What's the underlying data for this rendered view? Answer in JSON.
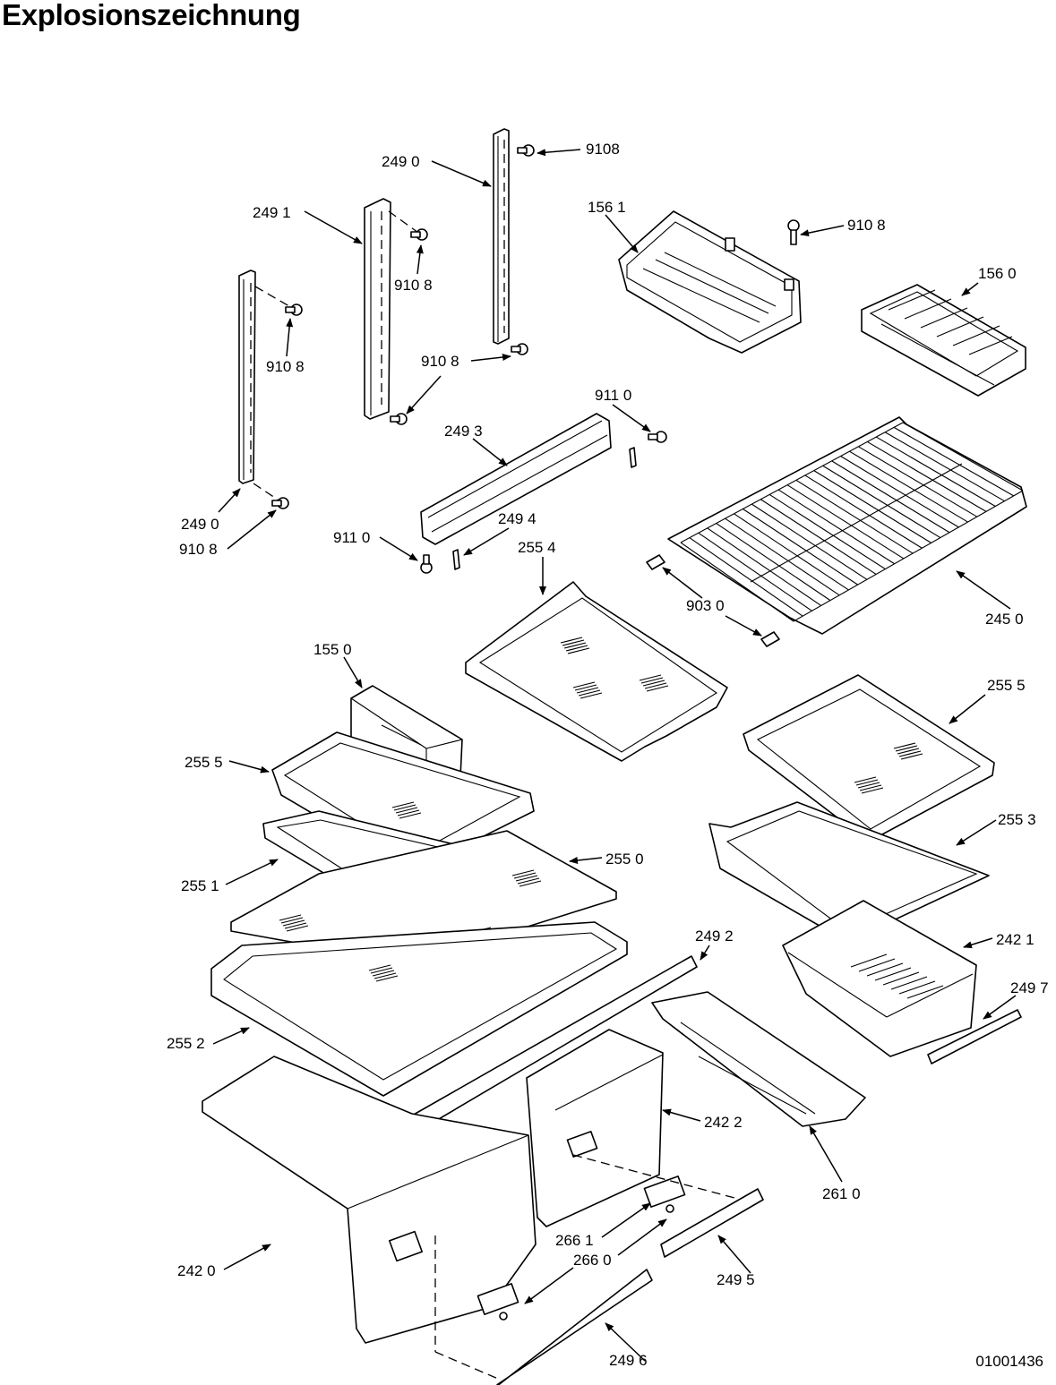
{
  "title": "Explosionszeichnung",
  "document_number": "01001436",
  "callouts": [
    {
      "id": "c-9108-top",
      "text": "9108"
    },
    {
      "id": "c-2490-top",
      "text": "249 0"
    },
    {
      "id": "c-2491",
      "text": "249 1"
    },
    {
      "id": "c-1561",
      "text": "156 1"
    },
    {
      "id": "c-9108-a",
      "text": "910 8"
    },
    {
      "id": "c-9108-b",
      "text": "910 8"
    },
    {
      "id": "c-1560",
      "text": "156 0"
    },
    {
      "id": "c-9108-c",
      "text": "910 8"
    },
    {
      "id": "c-9108-d",
      "text": "910 8"
    },
    {
      "id": "c-9110-top",
      "text": "911 0"
    },
    {
      "id": "c-2493",
      "text": "249 3"
    },
    {
      "id": "c-2490-bottom",
      "text": "249 0"
    },
    {
      "id": "c-9108-e",
      "text": "910 8"
    },
    {
      "id": "c-9110-bottom",
      "text": "911 0"
    },
    {
      "id": "c-2494",
      "text": "249 4"
    },
    {
      "id": "c-2554",
      "text": "255 4"
    },
    {
      "id": "c-9030",
      "text": "903 0"
    },
    {
      "id": "c-2450",
      "text": "245 0"
    },
    {
      "id": "c-1550",
      "text": "155 0"
    },
    {
      "id": "c-2555-right",
      "text": "255 5"
    },
    {
      "id": "c-2555-left",
      "text": "255 5"
    },
    {
      "id": "c-2553",
      "text": "255 3"
    },
    {
      "id": "c-2550",
      "text": "255 0"
    },
    {
      "id": "c-2551",
      "text": "255 1"
    },
    {
      "id": "c-2492",
      "text": "249 2"
    },
    {
      "id": "c-2421",
      "text": "242 1"
    },
    {
      "id": "c-2497",
      "text": "249 7"
    },
    {
      "id": "c-2552",
      "text": "255 2"
    },
    {
      "id": "c-2422",
      "text": "242 2"
    },
    {
      "id": "c-2610",
      "text": "261 0"
    },
    {
      "id": "c-2661",
      "text": "266 1"
    },
    {
      "id": "c-2660",
      "text": "266 0"
    },
    {
      "id": "c-2420",
      "text": "242 0"
    },
    {
      "id": "c-2495",
      "text": "249 5"
    },
    {
      "id": "c-2496",
      "text": "249 6"
    }
  ]
}
